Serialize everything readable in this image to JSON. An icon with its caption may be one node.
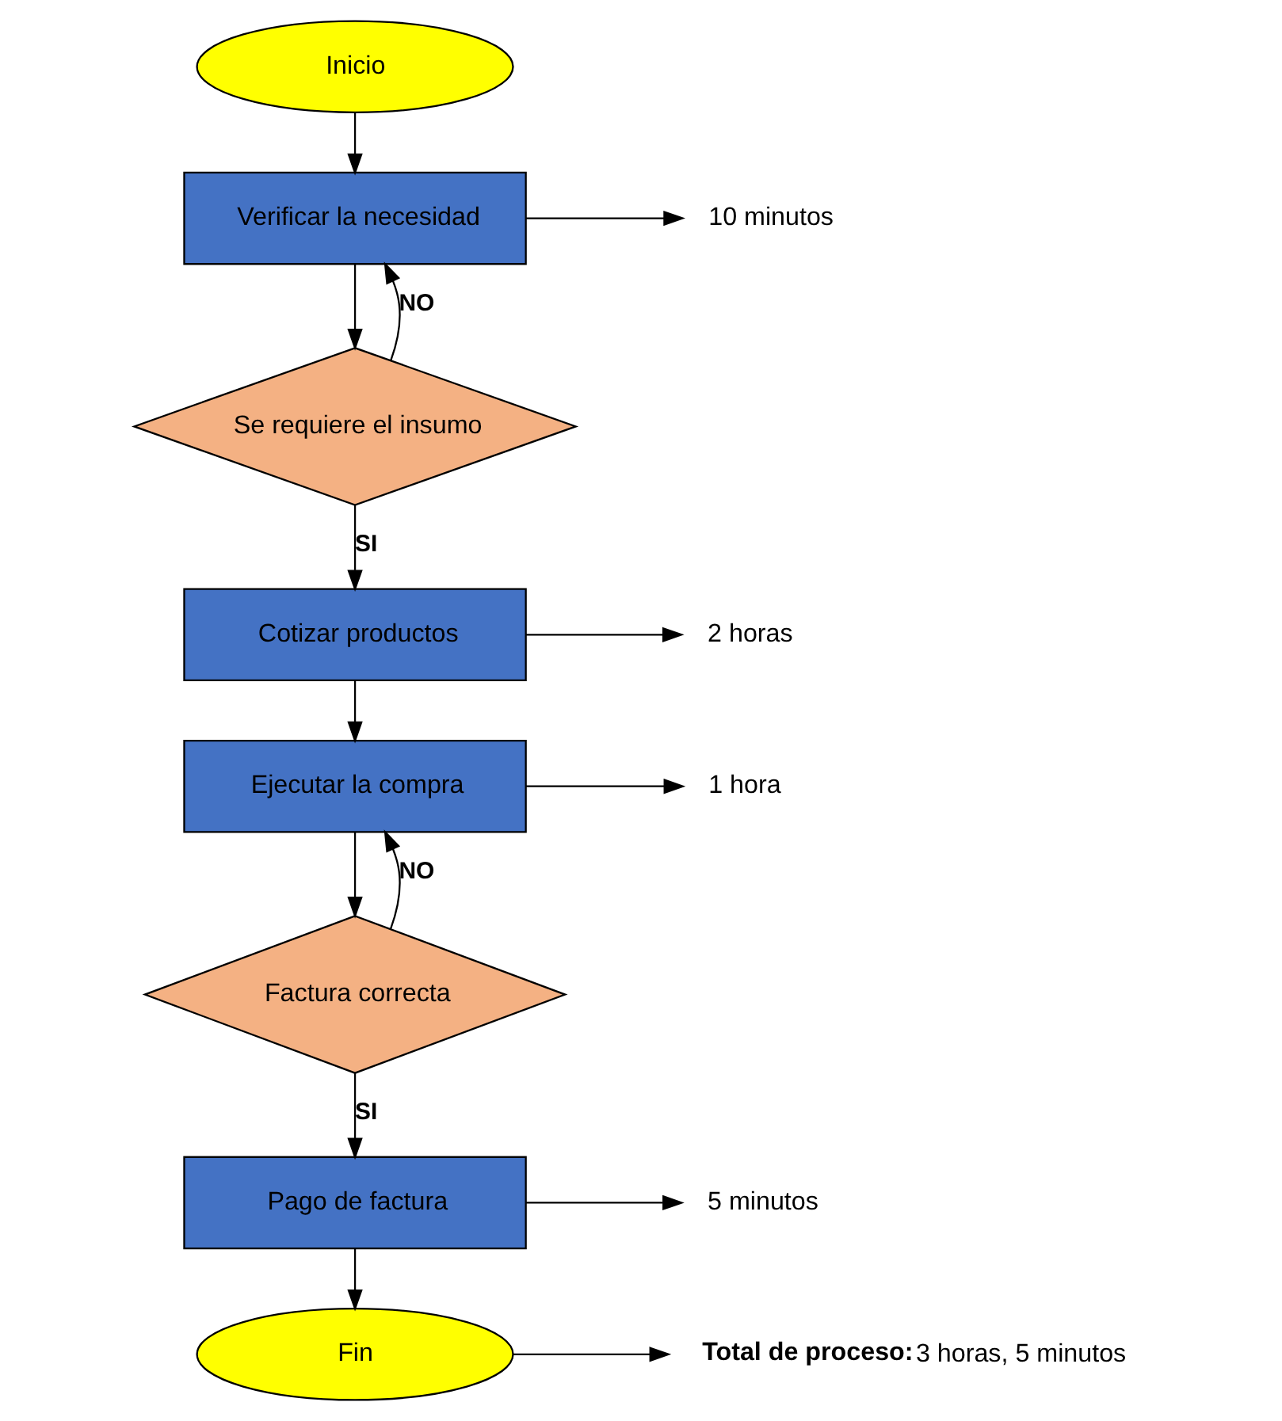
{
  "diagram": {
    "nodes": [
      {
        "text": [
          "Inicio"
        ]
      },
      {
        "text": [
          "Verificar la necesidad"
        ]
      },
      {
        "text": [
          "Se requiere el insumo"
        ]
      },
      {
        "text": [
          "Cotizar productos"
        ]
      },
      {
        "text": [
          "Ejecutar la compra"
        ]
      },
      {
        "text": [
          "Factura correcta"
        ]
      },
      {
        "text": [
          "Pago de factura"
        ]
      },
      {
        "text": [
          "Fin"
        ]
      },
      {
        "text": [
          "10 minutos"
        ]
      },
      {
        "text": [
          "2 horas"
        ]
      },
      {
        "text": [
          "1 hora"
        ]
      },
      {
        "text": [
          "5 minutos"
        ]
      },
      {
        "text": [
          "**Total de proceso:**3 horas, 5 minutos"
        ]
      }
    ],
    "edges": [
      {
        "from": 0,
        "to": 1,
        "arrow": "to"
      },
      {
        "from": 1,
        "to": 2,
        "arrow": "to"
      },
      {
        "from": 2,
        "to": 1,
        "arrow": "to",
        "label": "NO"
      },
      {
        "from": 2,
        "to": 3,
        "arrow": "to",
        "label": "SI"
      },
      {
        "from": 3,
        "to": 4,
        "arrow": "to"
      },
      {
        "from": 4,
        "to": 5,
        "arrow": "to"
      },
      {
        "from": 5,
        "to": 4,
        "arrow": "to",
        "label": "NO"
      },
      {
        "from": 5,
        "to": 6,
        "arrow": "to",
        "label": "SI"
      },
      {
        "from": 6,
        "to": 7,
        "arrow": "to"
      },
      {
        "from": 1,
        "to": 8,
        "arrow": "to"
      },
      {
        "from": 3,
        "to": 9,
        "arrow": "to"
      },
      {
        "from": 4,
        "to": 10,
        "arrow": "to"
      },
      {
        "from": 6,
        "to": 11,
        "arrow": "to"
      },
      {
        "from": 7,
        "to": 12,
        "arrow": "to"
      }
    ]
  }
}
